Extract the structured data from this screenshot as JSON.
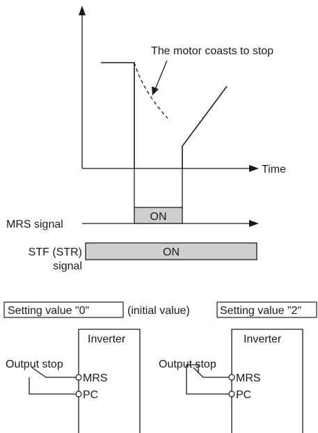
{
  "timing": {
    "annotation": "The motor coasts to stop",
    "x_label": "Time",
    "mrs_label": "MRS signal",
    "mrs_state": "ON",
    "stf_label_line1": "STF (STR)",
    "stf_label_line2": "signal",
    "stf_state": "ON"
  },
  "settings": {
    "setting0_label": "Setting value \"0\"",
    "initial_value_note": "(initial value)",
    "setting2_label": "Setting value \"2\""
  },
  "circuit_left": {
    "device": "Inverter",
    "output_stop": "Output stop",
    "terminal_mrs": "MRS",
    "terminal_pc": "PC"
  },
  "circuit_right": {
    "device": "Inverter",
    "output_stop": "Output stop",
    "terminal_mrs": "MRS",
    "terminal_pc": "PC"
  }
}
